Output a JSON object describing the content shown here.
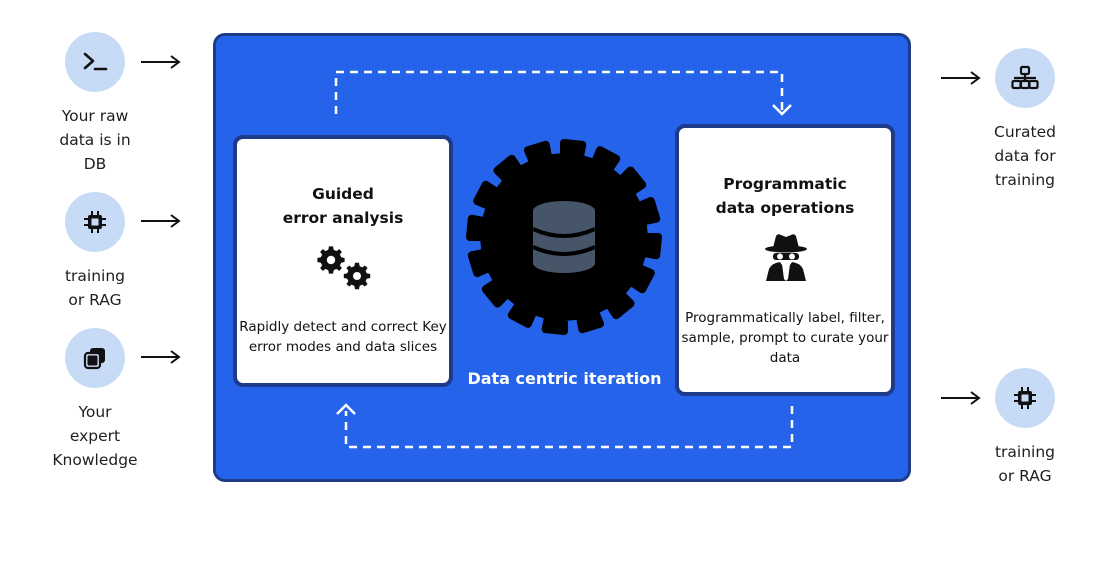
{
  "inputs": [
    {
      "icon": "terminal-icon",
      "label": "Your raw\ndata is in\nDB"
    },
    {
      "icon": "chip-icon",
      "label": "training\nor RAG"
    },
    {
      "icon": "stack-icon",
      "label": "Your\nexpert\nKnowledge"
    }
  ],
  "outputs": [
    {
      "icon": "network-icon",
      "label": "Curated\ndata for\ntraining"
    },
    {
      "icon": "chip-icon",
      "label": "training\nor RAG"
    }
  ],
  "center": {
    "label": "Data centric iteration",
    "left_card": {
      "title": "Guided\nerror analysis",
      "description": "Rapidly detect and correct Key\nerror modes and data slices",
      "icon": "gears-icon"
    },
    "right_card": {
      "title": "Programmatic\ndata operations",
      "description": "Programmatically label, filter,\nsample, prompt to curate your\ndata",
      "icon": "spy-icon"
    },
    "hub_icon": "database-gear-icon"
  },
  "colors": {
    "panel": "#2563eb",
    "panel_border": "#1e3a8a",
    "icon_circle": "#c8dbf6",
    "gear": "#000000"
  }
}
